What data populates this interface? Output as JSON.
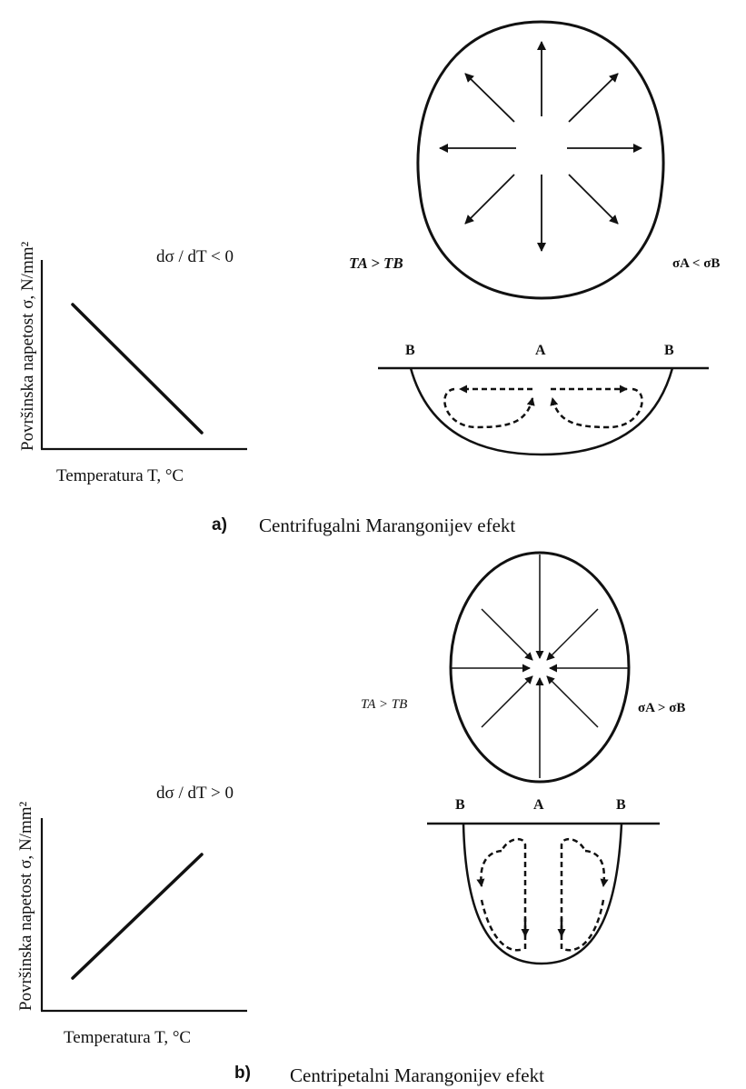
{
  "panel_a": {
    "caption_letter": "a)",
    "caption": "Centrifugalni Marangonijev efekt",
    "y_axis_label": "Površinska napetost σ, N/mm²",
    "x_axis_label": "Temperatura T, °C",
    "gradient_label": "dσ / dT < 0",
    "temp_label": "TA > TB",
    "sigma_label": "σA < σB",
    "point_b_left": "B",
    "point_a": "A",
    "point_b_right": "B",
    "line_trend": "decreasing"
  },
  "panel_b": {
    "caption_letter": "b)",
    "caption": "Centripetalni Marangonijev efekt",
    "y_axis_label": "Površinska napetost σ, N/mm²",
    "x_axis_label": "Temperatura T, °C",
    "gradient_label": "dσ / dT > 0",
    "temp_label": "TA > TB",
    "sigma_label": "σA > σB",
    "point_b_left": "B",
    "point_a": "A",
    "point_b_right": "B",
    "line_trend": "increasing"
  }
}
